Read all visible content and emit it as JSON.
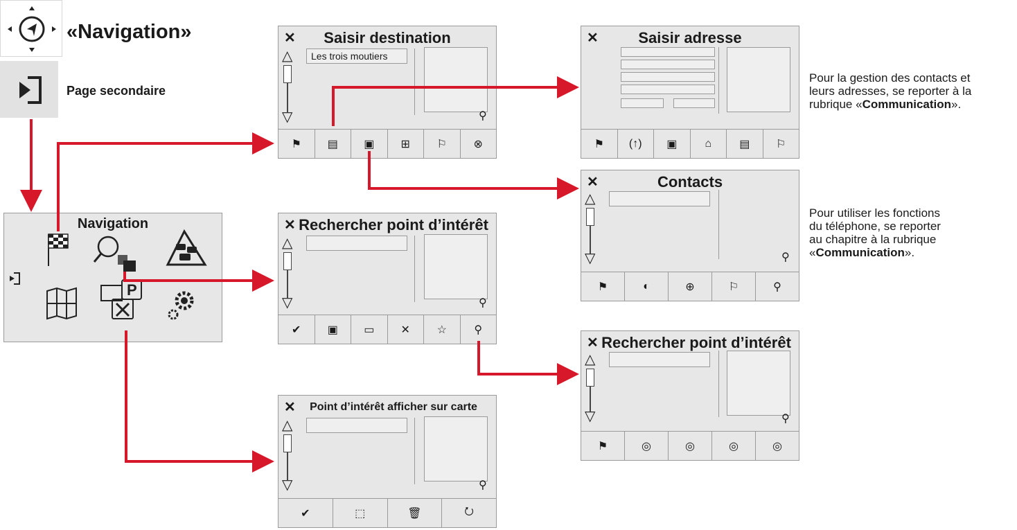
{
  "header": {
    "title": "«Navigation»",
    "subtitle": "Page secondaire",
    "nav_icon": "navigation-joystick-icon",
    "page_icon": "secondary-page-icon"
  },
  "main_screen": {
    "title": "Navigation",
    "icons": [
      "checkered-flag-icon",
      "poi-search-icon",
      "traffic-icon",
      "back-icon",
      "map-icon",
      "parking-restaurant-icon",
      "settings-gears-icon"
    ]
  },
  "saisir_destination": {
    "title": "Saisir destination",
    "field_value": "Les trois moutiers",
    "toolbar": [
      "checkered-flag-icon",
      "address-card-icon",
      "contacts-book-icon",
      "map-touch-icon",
      "flag-icon",
      "gps-center-icon"
    ]
  },
  "saisir_adresse": {
    "title": "Saisir adresse",
    "toolbar": [
      "checkered-flag-icon",
      "voice-icon",
      "poi-icon",
      "home-icon",
      "save-icon",
      "add-flag-icon"
    ]
  },
  "contacts": {
    "title": "Contacts",
    "toolbar": [
      "checkered-flag-icon",
      "contact-navigate-icon",
      "contact-add-icon",
      "add-flag-icon",
      "search-abc-icon"
    ]
  },
  "rechercher_poi": {
    "title": "Rechercher point d’intérêt",
    "toolbar": [
      "check-icon",
      "poi-icon",
      "car-icon",
      "restaurant-icon",
      "star-icon",
      "search-abc-icon"
    ]
  },
  "rechercher_poi_2": {
    "title": "Rechercher point d’intérêt",
    "toolbar": [
      "checkered-flag-icon",
      "navigate-circle-icon",
      "car-circle-icon",
      "flag-circle-icon",
      "card-circle-icon"
    ]
  },
  "poi_carte": {
    "title": "Point d’intérêt afficher sur carte",
    "toolbar": [
      "check-icon",
      "select-area-icon",
      "trash-icon",
      "usb-icon"
    ]
  },
  "notes": {
    "contacts_note_1": "Pour la gestion des contacts et",
    "contacts_note_2": "leurs adresses, se reporter à la",
    "contacts_note_3a": "rubrique «",
    "contacts_note_3b": "Communication",
    "contacts_note_3c": "».",
    "phone_note_1": "Pour utiliser les fonctions",
    "phone_note_2": "du téléphone, se reporter",
    "phone_note_3": "au chapitre à la rubrique",
    "phone_note_4a": "«",
    "phone_note_4b": "Communication",
    "phone_note_4c": "»."
  },
  "colors": {
    "arrow": "#d7182a",
    "screen_bg": "#e7e7e7",
    "border": "#9a9a9a"
  }
}
